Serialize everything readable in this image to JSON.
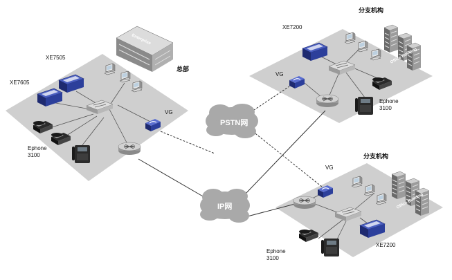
{
  "labels": {
    "hq_name": "总部",
    "branch_top_name": "分支机构",
    "branch_bottom_name": "分支机构",
    "hq_xe7505": "XE7505",
    "hq_xe7605": "XE7605",
    "hq_vg": "VG",
    "hq_ephone_line1": "Ephone",
    "hq_ephone_line2": "3100",
    "top_xe7200": "XE7200",
    "top_vg": "VG",
    "top_ephone_line1": "Ephone",
    "top_ephone_line2": "3100",
    "bot_vg": "VG",
    "bot_xe7200": "XE7200",
    "bot_ephone_line1": "Ephone",
    "bot_ephone_line2": "3100"
  },
  "clouds": {
    "pstn": "PSTN网",
    "ip": "IP网"
  },
  "buildings": {
    "enterprise": "Enterprise",
    "office_top": "Office Building",
    "office_bottom": "Office Building"
  },
  "colors": {
    "platform": "#cfcfcf",
    "device_blue": "#2c3f9b",
    "cloud": "#a9a9a9",
    "link": "#333333"
  }
}
